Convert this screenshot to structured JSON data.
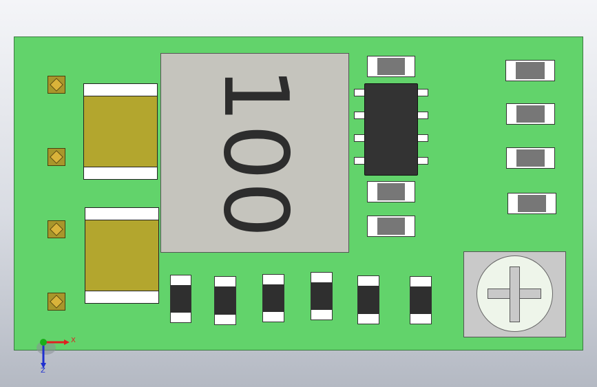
{
  "view": {
    "background_top": "#f4f5f8",
    "background_bottom": "#b4b9c3"
  },
  "pcb": {
    "board_color": "#62d36b",
    "inductor_marking": "100",
    "components": {
      "edge_pads": 4,
      "tantalum_capacitors": 2,
      "ic_pins_per_side": 4,
      "horizontal_resistors": 7,
      "vertical_resistors": 6
    },
    "pad_color": "#a8962b",
    "tantalum_color": "#b3a62e",
    "ic_color": "#333333",
    "inductor_color": "#c5c4bd"
  },
  "triad": {
    "x_label": "X",
    "z_label": "Z",
    "x_color": "#e02020",
    "y_color": "#19b019",
    "z_color": "#2030d0"
  }
}
